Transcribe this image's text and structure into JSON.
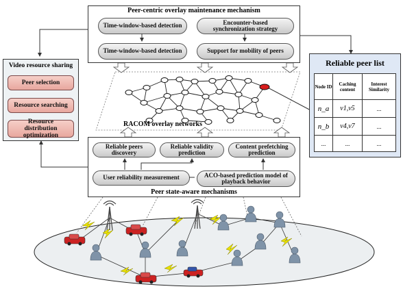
{
  "top_panel": {
    "title": "Peer-centric overlay maintenance mechanism",
    "items": [
      "Time-window-based detection",
      "Encounter-based synchronization strategy",
      "Time-window-based detection",
      "Support for mobility of peers"
    ]
  },
  "left_panel": {
    "title": "Video resource sharing",
    "items": [
      "Peer selection",
      "Resource searching",
      "Resource distribution optimization"
    ]
  },
  "overlay": {
    "label": "RACOM overlay networks"
  },
  "bottom_panel": {
    "title": "Peer state-aware mechanisms",
    "items": [
      "Reliable peers discovery",
      "Reliable validity prediction",
      "Content prefetching prediction",
      "User reliability measurement",
      "ACO-based prediction model of playback behavior"
    ]
  },
  "reliable_peer_list": {
    "title": "Reliable peer list",
    "headers": [
      "Node ID",
      "Caching content",
      "Interest Similarity"
    ],
    "rows": [
      [
        "n_a",
        "v1,v5",
        "..."
      ],
      [
        "n_b",
        "v4,v7",
        "..."
      ],
      [
        "...",
        "...",
        "..."
      ]
    ]
  },
  "colors": {
    "left_panel_bg": "#eef2f4",
    "right_panel_bg": "#dfe8f5",
    "red_box": "#eab0a8",
    "pill": "#d9d9d9",
    "car": "#cc2222",
    "person": "#7f93a8",
    "lightning": "#e8e000"
  }
}
